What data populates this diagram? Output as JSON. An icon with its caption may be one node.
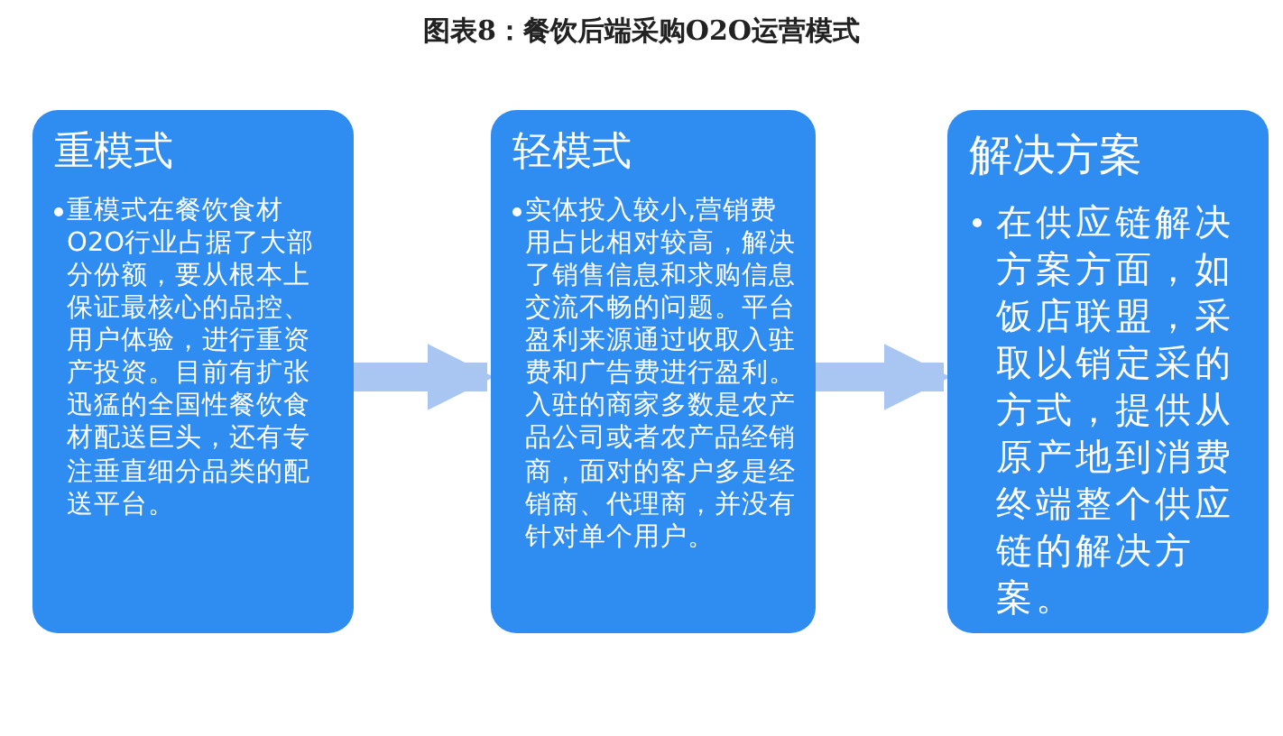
{
  "diagram": {
    "title": "图表8：餐饮后端采购O2O运营模式",
    "nodes": [
      {
        "text": [
          "重模式",
          "重模式在餐饮食材O2O行业占据了大部分份额，要从根本上保证最核心的品控、用户体验，进行重资产投资。目前有扩张迅猛的全国性餐饮食材配送巨头，还有专注垂直细分品类的配送平台。"
        ]
      },
      {
        "text": [
          "轻模式",
          "实体投入较小,营销费用占比相对较高，解决了销售信息和求购信息交流不畅的问题。平台盈利来源通过收取入驻费和广告费进行盈利。入驻的商家多数是农产品公司或者农产品经销商，面对的客户多是经销商、代理商，并没有针对单个用户。"
        ]
      },
      {
        "text": [
          "解决方案",
          "在供应链解决方案方面，如饭店联盟，采取以销定采的方式，提供从原产地到消费终端整个供应链的解决方案。"
        ]
      }
    ],
    "edges": [
      {
        "from": 0,
        "to": 1,
        "arrow": "to"
      },
      {
        "from": 1,
        "to": 2,
        "arrow": "to"
      }
    ]
  }
}
